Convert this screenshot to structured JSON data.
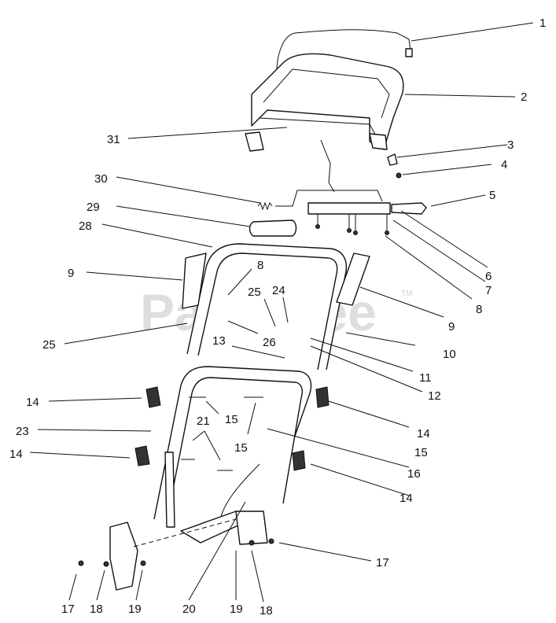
{
  "watermark": {
    "text": "PartsTree",
    "trademark": "TM"
  },
  "callouts": [
    {
      "label": "1"
    },
    {
      "label": "2"
    },
    {
      "label": "31"
    },
    {
      "label": "3"
    },
    {
      "label": "4"
    },
    {
      "label": "30"
    },
    {
      "label": "5"
    },
    {
      "label": "29"
    },
    {
      "label": "28"
    },
    {
      "label": "6"
    },
    {
      "label": "7"
    },
    {
      "label": "8"
    },
    {
      "label": "8"
    },
    {
      "label": "9"
    },
    {
      "label": "9"
    },
    {
      "label": "25"
    },
    {
      "label": "24"
    },
    {
      "label": "25"
    },
    {
      "label": "26"
    },
    {
      "label": "10"
    },
    {
      "label": "13"
    },
    {
      "label": "11"
    },
    {
      "label": "12"
    },
    {
      "label": "14"
    },
    {
      "label": "15"
    },
    {
      "label": "21"
    },
    {
      "label": "14"
    },
    {
      "label": "23"
    },
    {
      "label": "15"
    },
    {
      "label": "15"
    },
    {
      "label": "14"
    },
    {
      "label": "16"
    },
    {
      "label": "14"
    },
    {
      "label": "17"
    },
    {
      "label": "17"
    },
    {
      "label": "18"
    },
    {
      "label": "19"
    },
    {
      "label": "20"
    },
    {
      "label": "19"
    },
    {
      "label": "18"
    }
  ]
}
